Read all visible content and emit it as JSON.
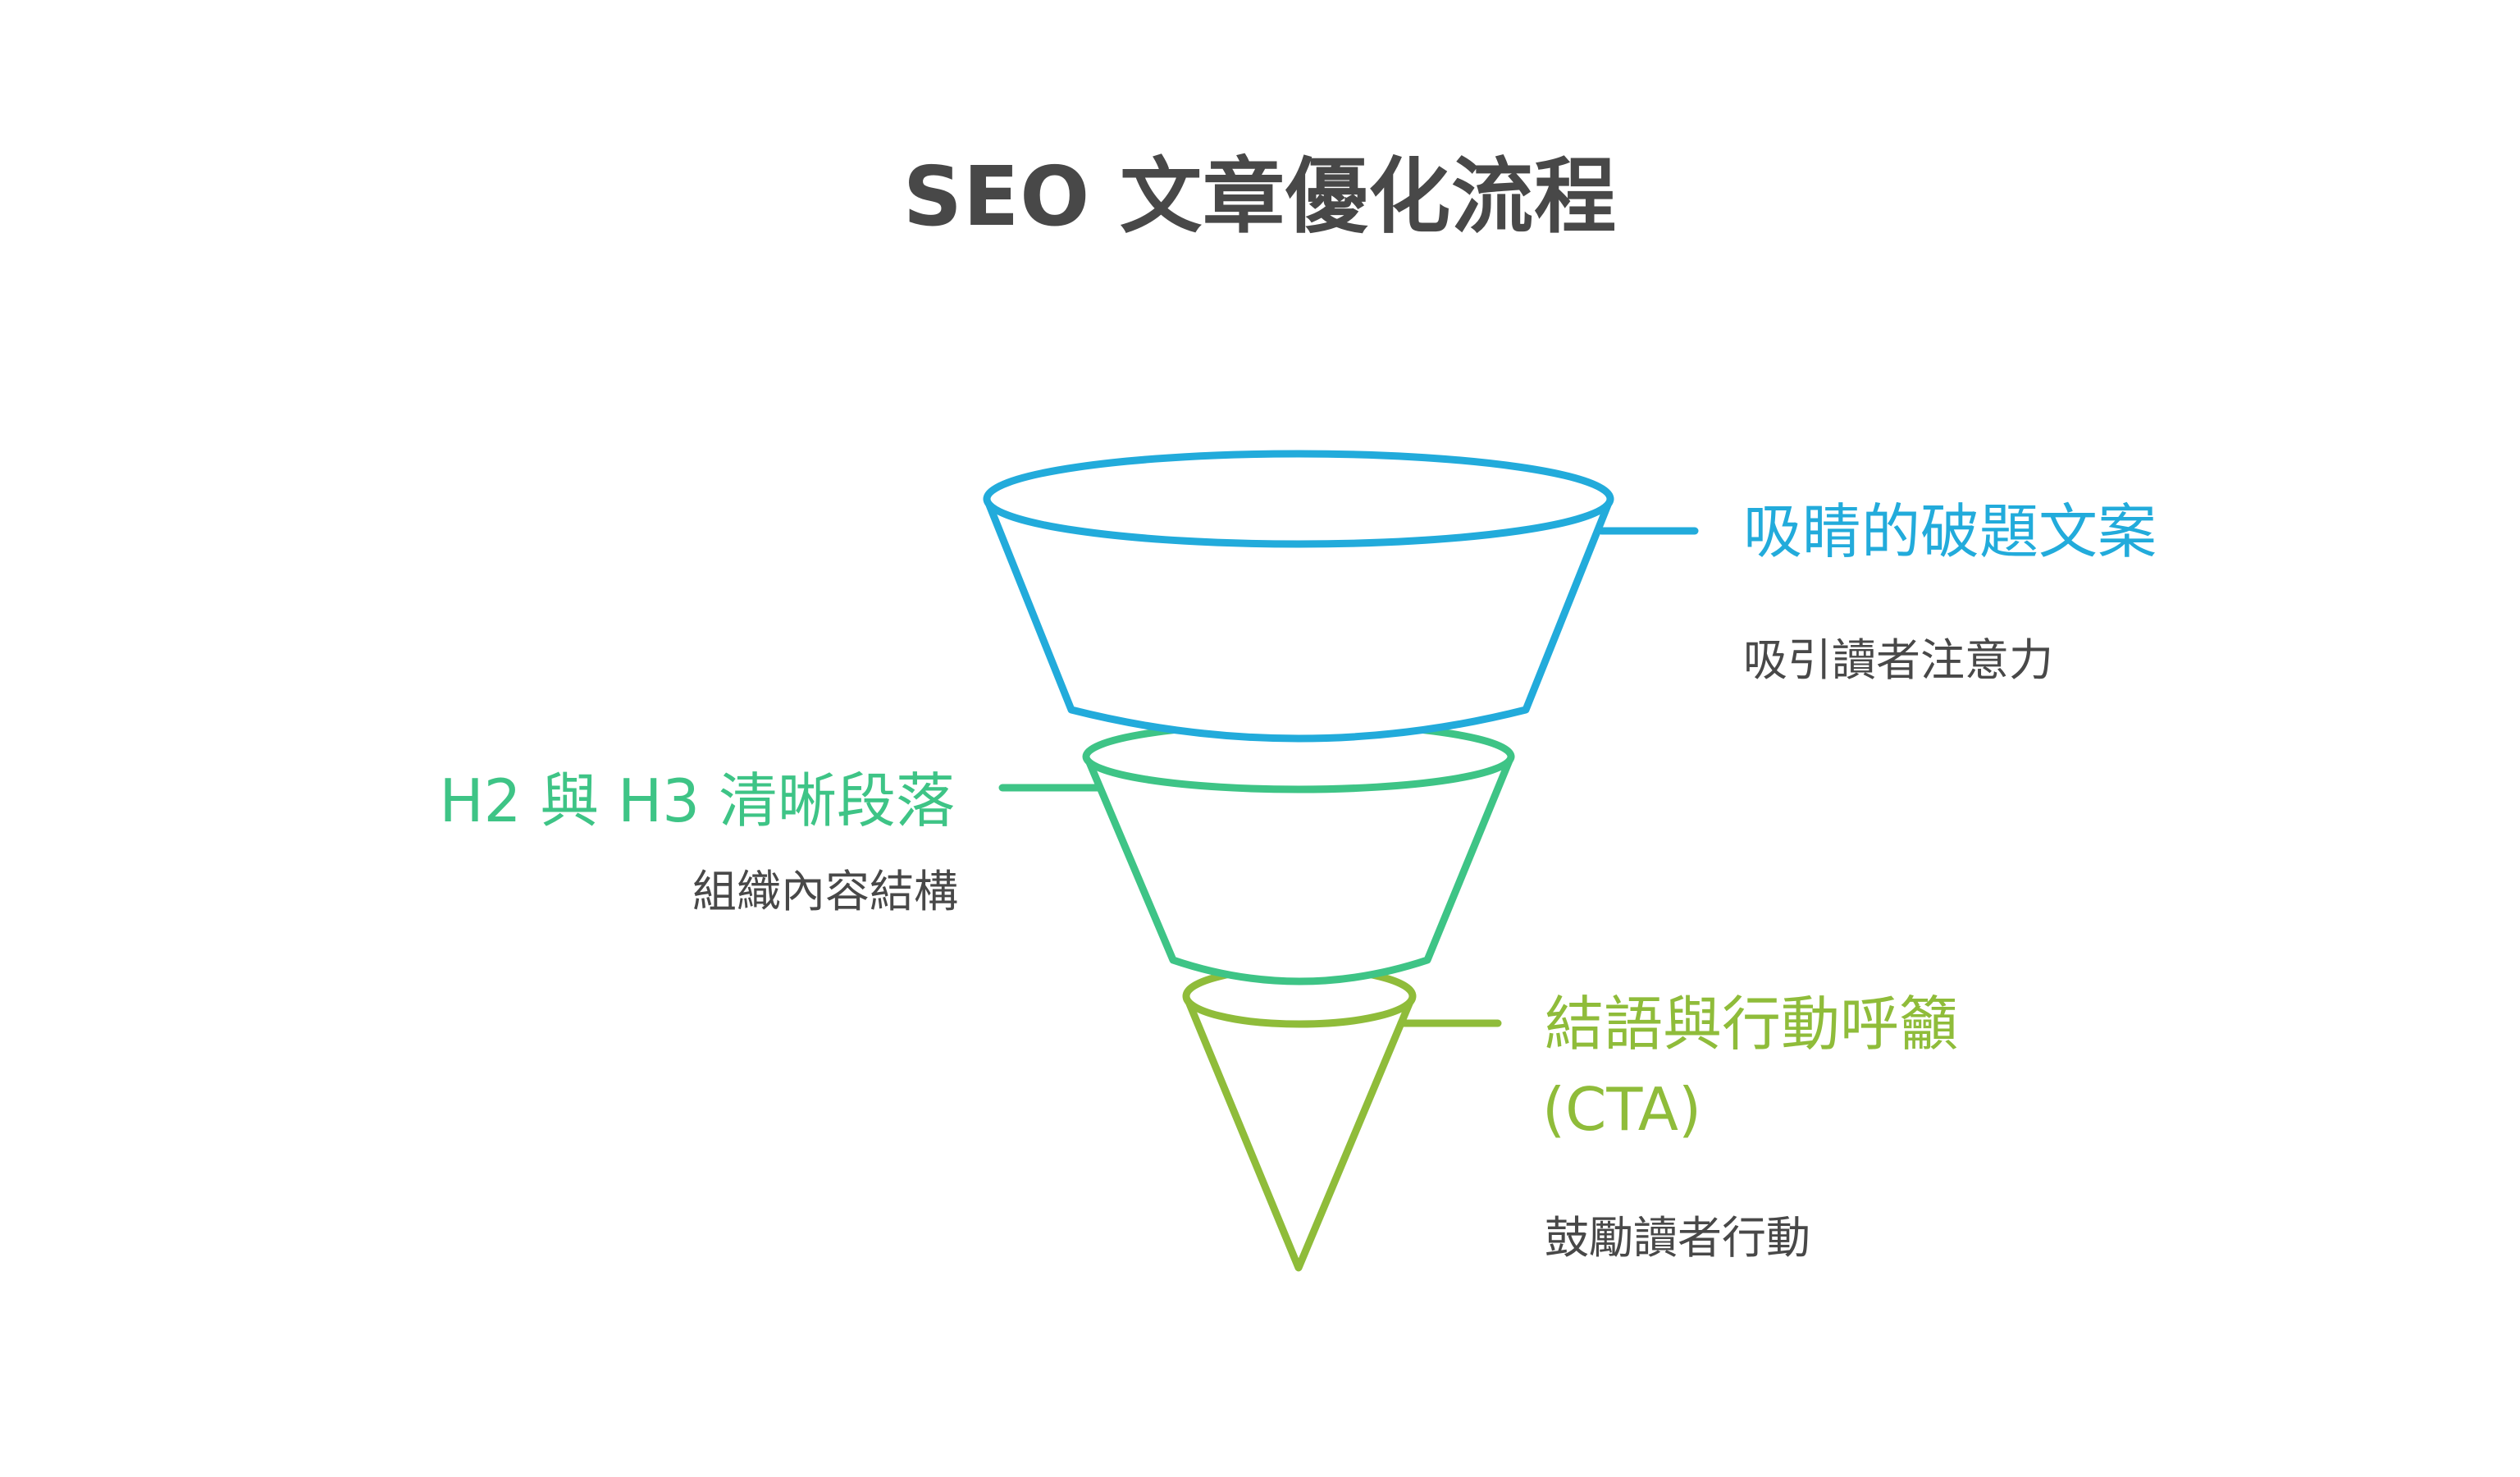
{
  "title": "SEO 文章優化流程",
  "colors": {
    "title": "#484848",
    "stage1": "#22ABDB",
    "stage2": "#3EC486",
    "stage3": "#8FBC3A",
    "description": "#484848"
  },
  "stages": [
    {
      "heading": "吸睛的破題文案",
      "description": "吸引讀者注意力",
      "side": "right",
      "color": "#22ABDB"
    },
    {
      "heading": "H2 與 H3 清晰段落",
      "description": "組織內容結構",
      "side": "left",
      "color": "#3EC486"
    },
    {
      "heading_line1": "結語與行動呼籲",
      "heading_line2": "(CTA)",
      "heading": "結語與行動呼籲 (CTA)",
      "description": "鼓勵讀者行動",
      "side": "right",
      "color": "#8FBC3A"
    }
  ]
}
